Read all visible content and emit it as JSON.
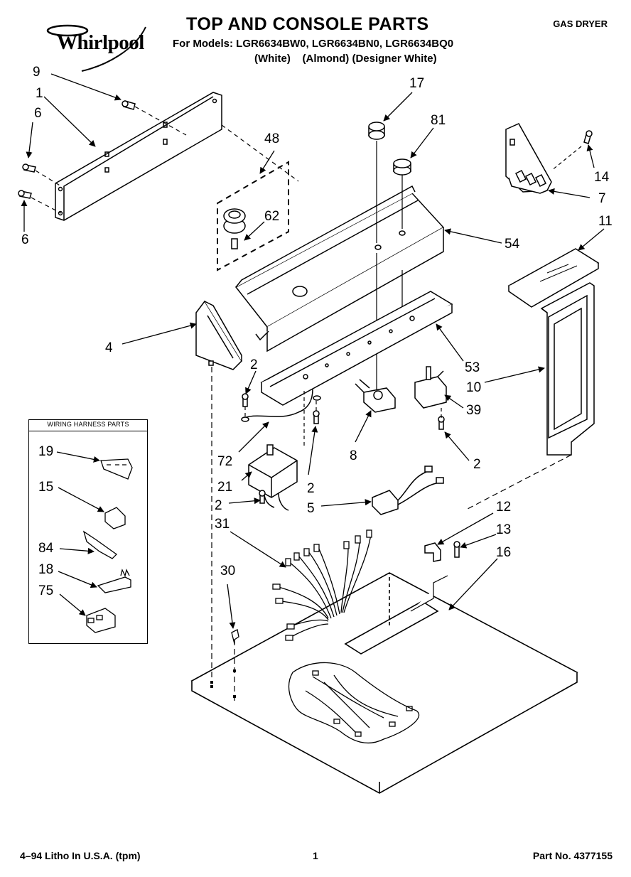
{
  "header": {
    "brand": "Whirlpool",
    "title": "TOP AND CONSOLE PARTS",
    "models": "For Models: LGR6634BW0, LGR6634BN0, LGR6634BQ0",
    "colors": "(White)    (Almond) (Designer White)",
    "product_type": "GAS DRYER"
  },
  "callouts": [
    {
      "id": "c9",
      "label": "9"
    },
    {
      "id": "c1",
      "label": "1"
    },
    {
      "id": "c6a",
      "label": "6"
    },
    {
      "id": "c6b",
      "label": "6"
    },
    {
      "id": "c48",
      "label": "48"
    },
    {
      "id": "c62",
      "label": "62"
    },
    {
      "id": "c17",
      "label": "17"
    },
    {
      "id": "c81",
      "label": "81"
    },
    {
      "id": "c14",
      "label": "14"
    },
    {
      "id": "c7",
      "label": "7"
    },
    {
      "id": "c54",
      "label": "54"
    },
    {
      "id": "c11",
      "label": "11"
    },
    {
      "id": "c4",
      "label": "4"
    },
    {
      "id": "c2a",
      "label": "2"
    },
    {
      "id": "c53",
      "label": "53"
    },
    {
      "id": "c10",
      "label": "10"
    },
    {
      "id": "c39",
      "label": "39"
    },
    {
      "id": "c72",
      "label": "72"
    },
    {
      "id": "c8",
      "label": "8"
    },
    {
      "id": "c2b",
      "label": "2"
    },
    {
      "id": "c21",
      "label": "21"
    },
    {
      "id": "c2c",
      "label": "2"
    },
    {
      "id": "c2d",
      "label": "2"
    },
    {
      "id": "c5",
      "label": "5"
    },
    {
      "id": "c12",
      "label": "12"
    },
    {
      "id": "c31",
      "label": "31"
    },
    {
      "id": "c13",
      "label": "13"
    },
    {
      "id": "c16",
      "label": "16"
    },
    {
      "id": "c30",
      "label": "30"
    }
  ],
  "wiring_harness": {
    "title": "WIRING HARNESS PARTS",
    "items": [
      {
        "label": "19"
      },
      {
        "label": "15"
      },
      {
        "label": "84"
      },
      {
        "label": "18"
      },
      {
        "label": "75"
      }
    ]
  },
  "footer": {
    "litho": "4–94 Litho In U.S.A. (tpm)",
    "page": "1",
    "part_no": "Part No. 4377155"
  }
}
